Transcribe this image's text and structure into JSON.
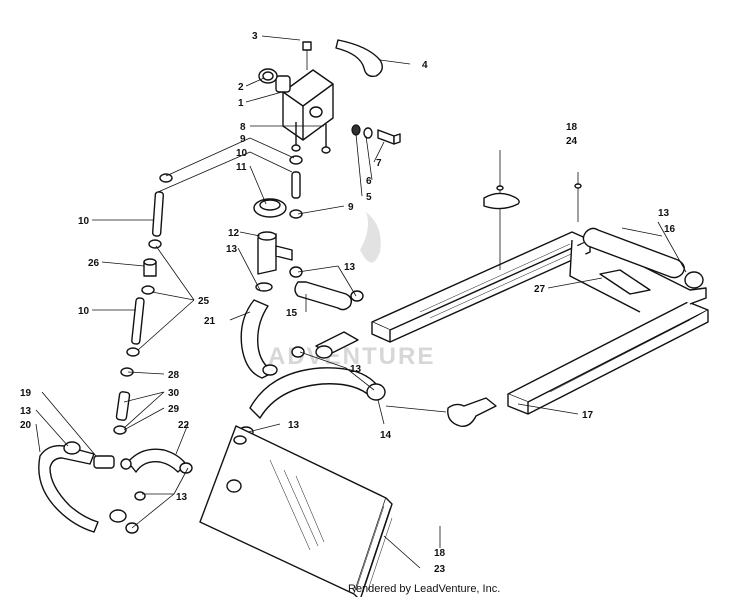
{
  "diagram": {
    "callouts": {
      "c1": "1",
      "c2": "2",
      "c3": "3",
      "c4": "4",
      "c5": "5",
      "c6": "6",
      "c7": "7",
      "c8": "8",
      "c9a": "9",
      "c9b": "9",
      "c10a": "10",
      "c10b": "10",
      "c10c": "10",
      "c11": "11",
      "c12": "12",
      "c13a": "13",
      "c13b": "13",
      "c13c": "13",
      "c13d": "13",
      "c13e": "13",
      "c13f": "13",
      "c13g": "13",
      "c14": "14",
      "c15": "15",
      "c16": "16",
      "c17": "17",
      "c18a": "18",
      "c18b": "18",
      "c19": "19",
      "c20": "20",
      "c21": "21",
      "c22": "22",
      "c23": "23",
      "c24": "24",
      "c25": "25",
      "c26": "26",
      "c27": "27",
      "c28": "28",
      "c29": "29",
      "c30": "30"
    },
    "watermark": "ADVENTURE",
    "credit": "Rendered by LeadVenture, Inc."
  }
}
